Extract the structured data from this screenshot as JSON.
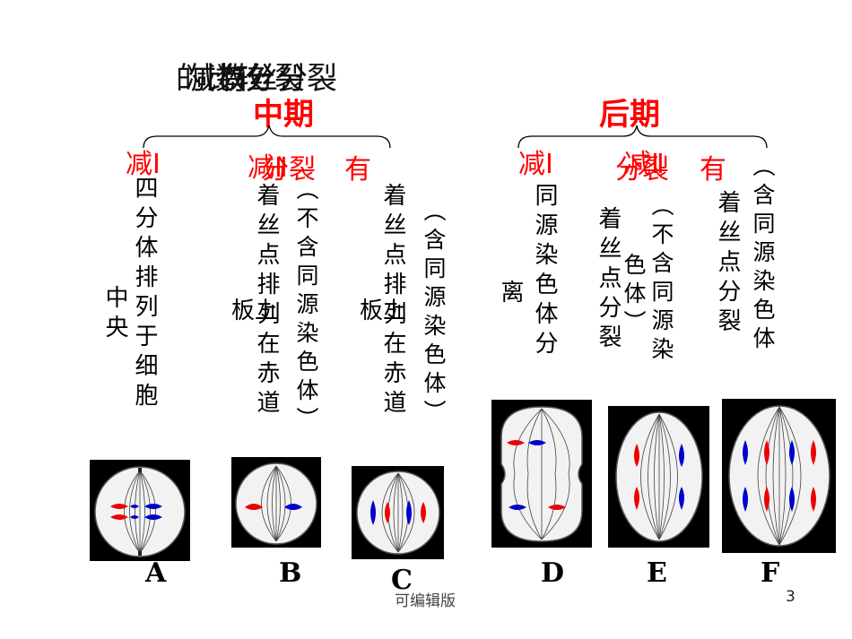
{
  "title_overlaps": [
    "的比较",
    "减数分裂",
    "有丝分裂"
  ],
  "phases": {
    "middle": "中期",
    "later": "后期"
  },
  "labels": {
    "jian1_left": "减Ⅰ",
    "jian2_left": "减Ⅱ",
    "youfen_left": "分裂",
    "you_left": "有",
    "jian1_right": "减Ⅰ",
    "jian2_right": "减Ⅱ",
    "youfen_right": "分裂",
    "you_right": "有"
  },
  "columns": {
    "a1": "四分体排列于细胞",
    "a2": "中央",
    "b1": "着丝点排列在赤道",
    "b2": "板上",
    "b3": "（不含同源染色体）",
    "c1": "着丝点排列在赤道",
    "c2": "板上",
    "c3": "（含同源染色体）",
    "d1": "同源染色体分",
    "d2": "离",
    "e1": "着丝点分裂",
    "e2": "（不含同源染",
    "e3": "色体）",
    "f1": "着丝点分裂",
    "f2": "（含同源染色体"
  },
  "figure_letters": [
    "A",
    "B",
    "C",
    "D",
    "E",
    "F"
  ],
  "footer": "可编辑版",
  "page_number": "3",
  "colors": {
    "red": "#ff0000",
    "blue": "#0000ff",
    "black": "#000000"
  }
}
